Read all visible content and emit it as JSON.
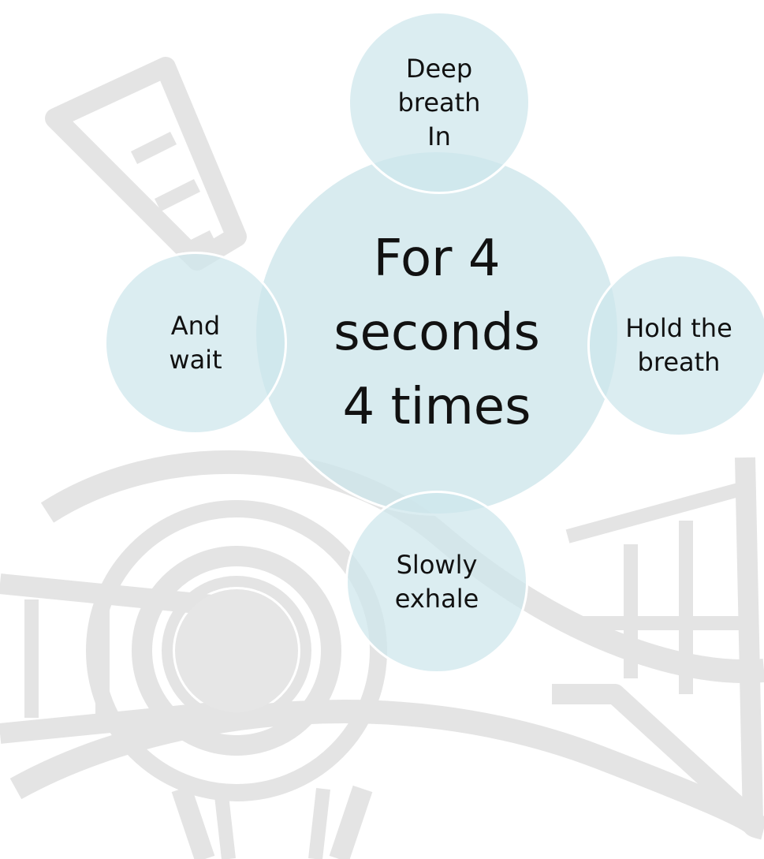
{
  "colors": {
    "bubble_fill": "#cde6eb",
    "bubble_border": "#ffffff",
    "watermark": "#e3e3e3",
    "text": "#111111"
  },
  "diagram": {
    "center": {
      "text": "For 4\nseconds\n4 times"
    },
    "nodes": {
      "top": {
        "text": "Deep\nbreath\nIn"
      },
      "right": {
        "text": "Hold the\nbreath"
      },
      "bottom": {
        "text": "Slowly\nexhale"
      },
      "left": {
        "text": "And\nwait"
      }
    }
  },
  "watermark": {
    "shape": "celtic-cross-icon"
  }
}
